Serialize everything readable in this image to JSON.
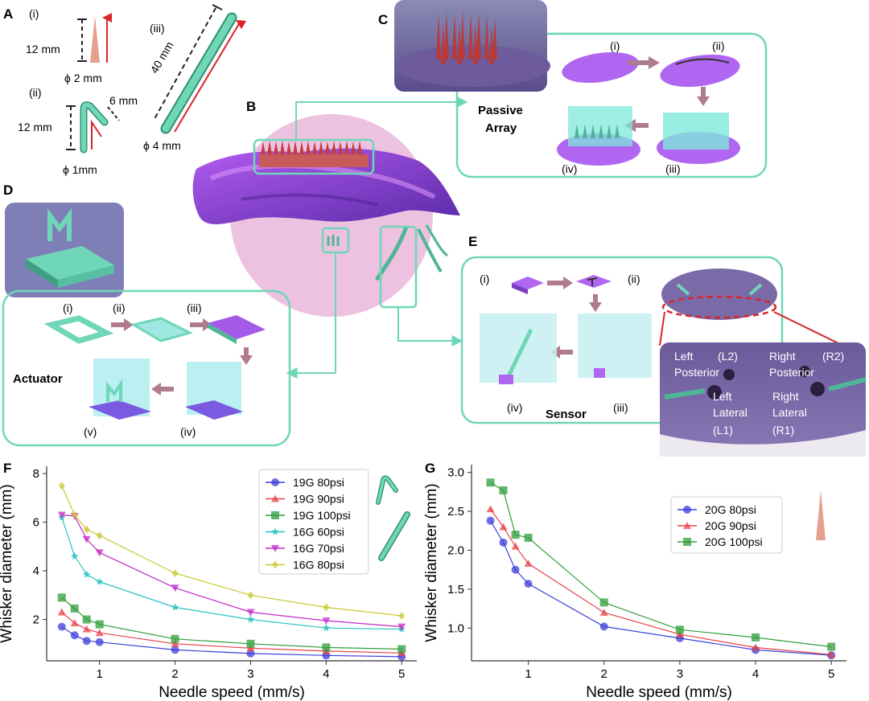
{
  "panels": {
    "A": {
      "letter": "A",
      "sub_i": "(i)",
      "sub_ii": "(ii)",
      "sub_iii": "(iii)",
      "i_height": "12 mm",
      "i_diam": "ϕ 2 mm",
      "ii_height": "12 mm",
      "ii_len": "6 mm",
      "ii_diam": "ϕ 1mm",
      "iii_len": "40 mm",
      "iii_diam": "ϕ 4 mm"
    },
    "B": {
      "letter": "B"
    },
    "C": {
      "letter": "C",
      "label_line1": "Passive",
      "label_line2": "Array",
      "steps": [
        "(i)",
        "(ii)",
        "(iii)",
        "(iv)"
      ]
    },
    "D": {
      "letter": "D",
      "label": "Actuator",
      "steps": [
        "(i)",
        "(ii)",
        "(iii)",
        "(iv)",
        "(v)"
      ]
    },
    "E": {
      "letter": "E",
      "label": "Sensor",
      "steps": [
        "(i)",
        "(ii)",
        "(iii)",
        "(iv)"
      ],
      "photo": {
        "left_line1": "Left",
        "left_line2": "Posterior",
        "l2": "(L2)",
        "right_line1": "Right",
        "right_line2": "Posterior",
        "r2": "(R2)",
        "ll_line1": "Left",
        "ll_line2": "Lateral",
        "l1": "(L1)",
        "rl_line1": "Right",
        "rl_line2": "Lateral",
        "r1": "(R1)"
      }
    },
    "F": {
      "letter": "F"
    },
    "G": {
      "letter": "G"
    }
  },
  "colors": {
    "teal": "#6fd6b8",
    "purple": "#a64de0",
    "pink_circle": "#e9b7da",
    "arrow_mauve": "#b07b8c",
    "red": "#d9252a"
  },
  "chart_data": [
    {
      "type": "line",
      "panel": "F",
      "xlabel": "Needle speed (mm/s)",
      "ylabel": "Whisker diameter (mm)",
      "xlim": [
        0.3,
        5.2
      ],
      "ylim": [
        0.3,
        8.3
      ],
      "xticks": [
        1,
        2,
        3,
        4,
        5
      ],
      "yticks": [
        2,
        4,
        6,
        8
      ],
      "x": [
        0.5,
        0.67,
        0.83,
        1,
        2,
        3,
        4,
        5
      ],
      "legend_position": "top-right",
      "series": [
        {
          "name": "19G 80psi",
          "color": "#3b3fd9",
          "marker": "circle",
          "values": [
            1.7,
            1.35,
            1.12,
            1.07,
            0.75,
            0.6,
            0.52,
            0.47
          ]
        },
        {
          "name": "19G 90psi",
          "color": "#e8424a",
          "marker": "triangle-up",
          "values": [
            2.3,
            1.85,
            1.6,
            1.45,
            1.0,
            0.82,
            0.7,
            0.62
          ]
        },
        {
          "name": "19G 100psi",
          "color": "#2e9e3a",
          "marker": "square",
          "values": [
            2.9,
            2.45,
            2.0,
            1.8,
            1.2,
            1.0,
            0.85,
            0.78
          ]
        },
        {
          "name": "16G 60psi",
          "color": "#27c3c0",
          "marker": "star",
          "values": [
            6.2,
            4.6,
            3.85,
            3.55,
            2.5,
            2.0,
            1.65,
            1.6
          ]
        },
        {
          "name": "16G 70psi",
          "color": "#c228c8",
          "marker": "triangle-down",
          "values": [
            6.3,
            6.25,
            5.3,
            4.75,
            3.3,
            2.3,
            1.95,
            1.7
          ]
        },
        {
          "name": "16G 80psi",
          "color": "#c8c830",
          "marker": "diamond",
          "values": [
            7.5,
            6.3,
            5.7,
            5.45,
            3.9,
            3.0,
            2.5,
            2.15
          ]
        }
      ]
    },
    {
      "type": "line",
      "panel": "G",
      "xlabel": "Needle speed (mm/s)",
      "ylabel": "Whisker diameter (mm)",
      "xlim": [
        0.25,
        5.2
      ],
      "ylim": [
        0.58,
        3.1
      ],
      "xticks": [
        1,
        2,
        3,
        4,
        5
      ],
      "yticks": [
        1.0,
        1.5,
        2.0,
        2.5,
        3.0
      ],
      "x": [
        0.5,
        0.67,
        0.83,
        1,
        2,
        3,
        4,
        5
      ],
      "legend_position": "top-right",
      "series": [
        {
          "name": "20G 80psi",
          "color": "#3b3fd9",
          "marker": "circle",
          "values": [
            2.38,
            2.1,
            1.75,
            1.57,
            1.02,
            0.87,
            0.72,
            0.65
          ]
        },
        {
          "name": "20G 90psi",
          "color": "#e8424a",
          "marker": "triangle-up",
          "values": [
            2.53,
            2.3,
            2.05,
            1.83,
            1.2,
            0.92,
            0.75,
            0.66
          ]
        },
        {
          "name": "20G 100psi",
          "color": "#2e9e3a",
          "marker": "square",
          "values": [
            2.87,
            2.77,
            2.2,
            2.16,
            1.33,
            0.98,
            0.88,
            0.76
          ]
        }
      ]
    }
  ]
}
